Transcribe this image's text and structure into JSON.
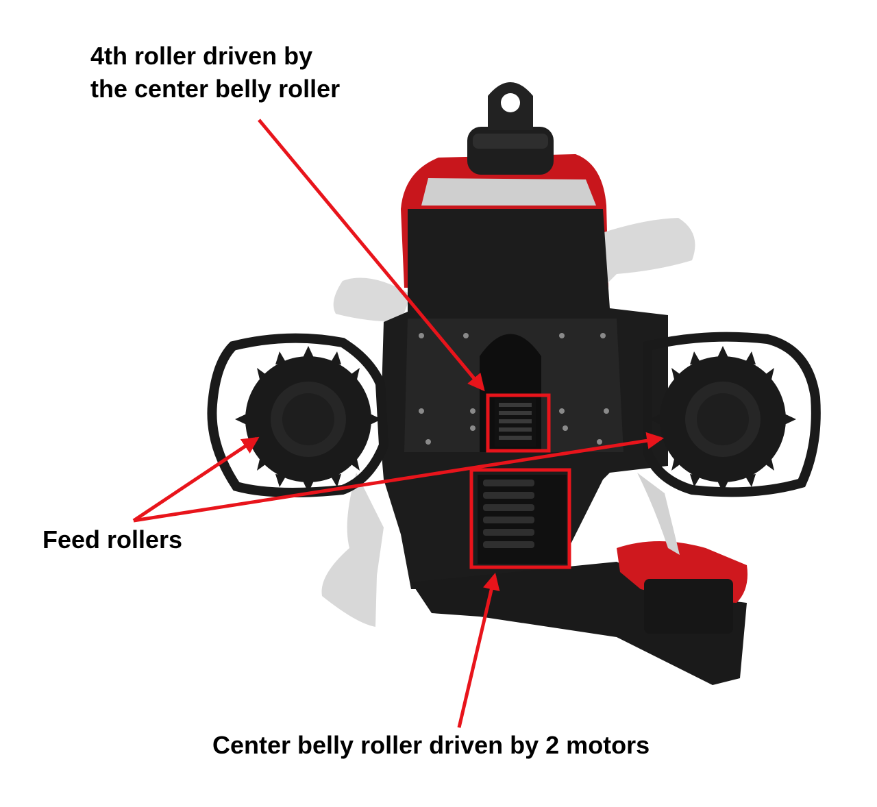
{
  "annotations": {
    "fourth_roller_line1": "4th roller driven by",
    "fourth_roller_line2": "the center belly roller",
    "feed_rollers": "Feed rollers",
    "center_belly_roller": "Center belly roller driven by 2 motors"
  },
  "colors": {
    "annotation_red": "#e8141b",
    "body_black": "#1c1c1c",
    "accent_red": "#d11a1f",
    "grey_arm": "#d6d6d6",
    "background": "#ffffff"
  },
  "image": {
    "subject": "harvester head machine, front view"
  }
}
